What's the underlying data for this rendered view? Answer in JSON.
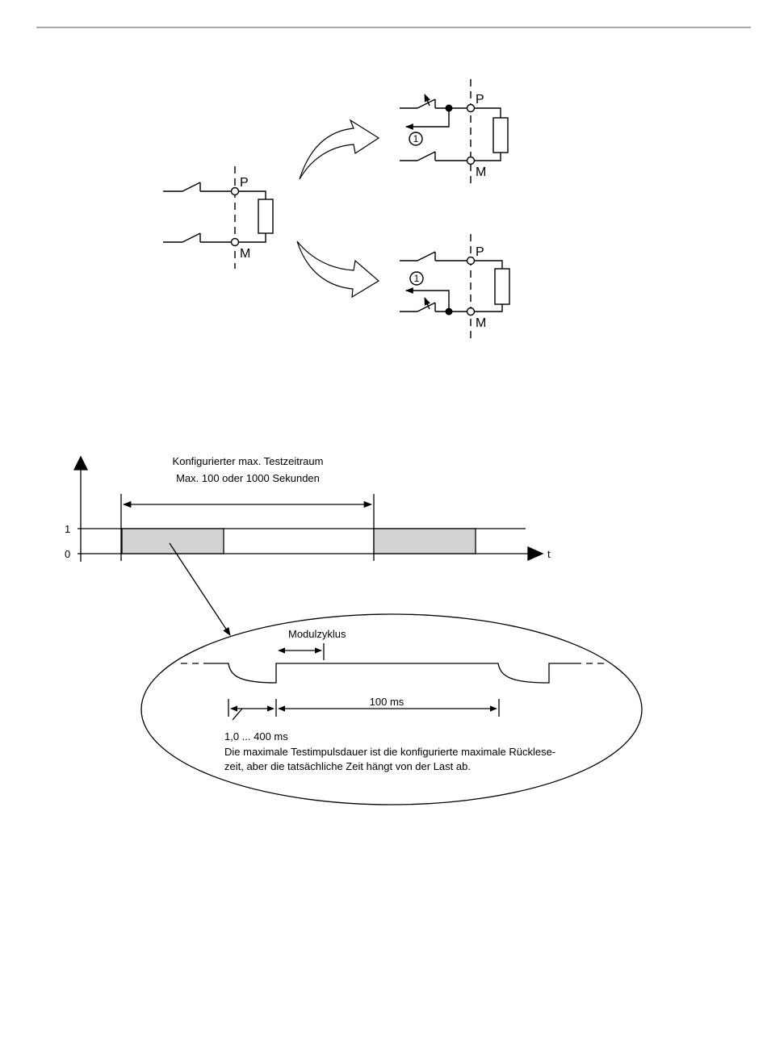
{
  "circuit": {
    "terminal_p": "P",
    "terminal_m": "M",
    "callout_1": "1"
  },
  "timing": {
    "period_label_line1": "Konfigurierter max. Testzeitraum",
    "period_label_line2": "Max. 100 oder 1000 Sekunden",
    "level_high": "1",
    "level_low": "0",
    "time_axis": "t"
  },
  "detail": {
    "modulzyklus": "Modulzyklus",
    "duration_100ms": "100 ms",
    "pulse_range": "1,0 ... 400 ms",
    "note_line1": "Die maximale Testimpulsdauer ist die konfigurierte maximale Rücklese-",
    "note_line2": "zeit, aber die tatsächliche Zeit hängt von der Last ab."
  }
}
